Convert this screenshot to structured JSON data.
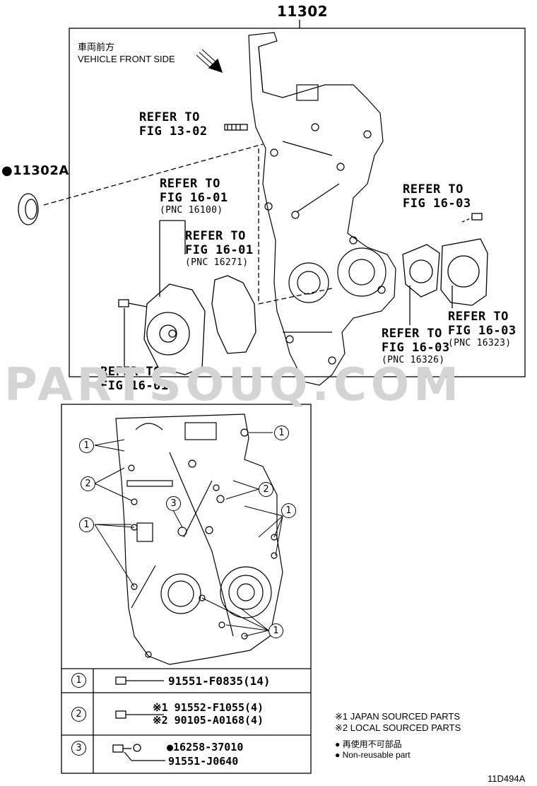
{
  "main_part_number": "11302",
  "seal_part": "11302A",
  "front_marker": {
    "jp": "車両前方",
    "en": "VEHICLE FRONT SIDE"
  },
  "refs": [
    {
      "line1": "REFER TO",
      "line2": "FIG 13-02",
      "pnc": ""
    },
    {
      "line1": "REFER TO",
      "line2": "FIG 16-01",
      "pnc": "(PNC 16100)"
    },
    {
      "line1": "REFER TO",
      "line2": "FIG 16-01",
      "pnc": "(PNC 16271)"
    },
    {
      "line1": "REFER TO",
      "line2": "FIG 16-03",
      "pnc": ""
    },
    {
      "line1": "REFER TO",
      "line2": "FIG 16-03",
      "pnc": "(PNC 16323)"
    },
    {
      "line1": "REFER TO",
      "line2": "FIG 16-03",
      "pnc": "(PNC 16326)"
    },
    {
      "line1": "REFER TO",
      "line2": "FIG 16-01",
      "pnc": ""
    }
  ],
  "watermark": "PARTSOUQ.COM",
  "callout_numbers": [
    "1",
    "2",
    "3"
  ],
  "table": [
    {
      "num": "1",
      "parts": [
        "91551-F0835(14)"
      ]
    },
    {
      "num": "2",
      "parts": [
        "※1 91552-F1055(4)",
        "※2 90105-A0168(4)"
      ]
    },
    {
      "num": "3",
      "parts": [
        "●16258-37010",
        "91551-J0640"
      ]
    }
  ],
  "notes": [
    "※1 JAPAN SOURCED PARTS",
    "※2 LOCAL SOURCED PARTS",
    "● 再使用不可部品",
    "● Non-reusable part"
  ],
  "diagram_id": "11D494A"
}
